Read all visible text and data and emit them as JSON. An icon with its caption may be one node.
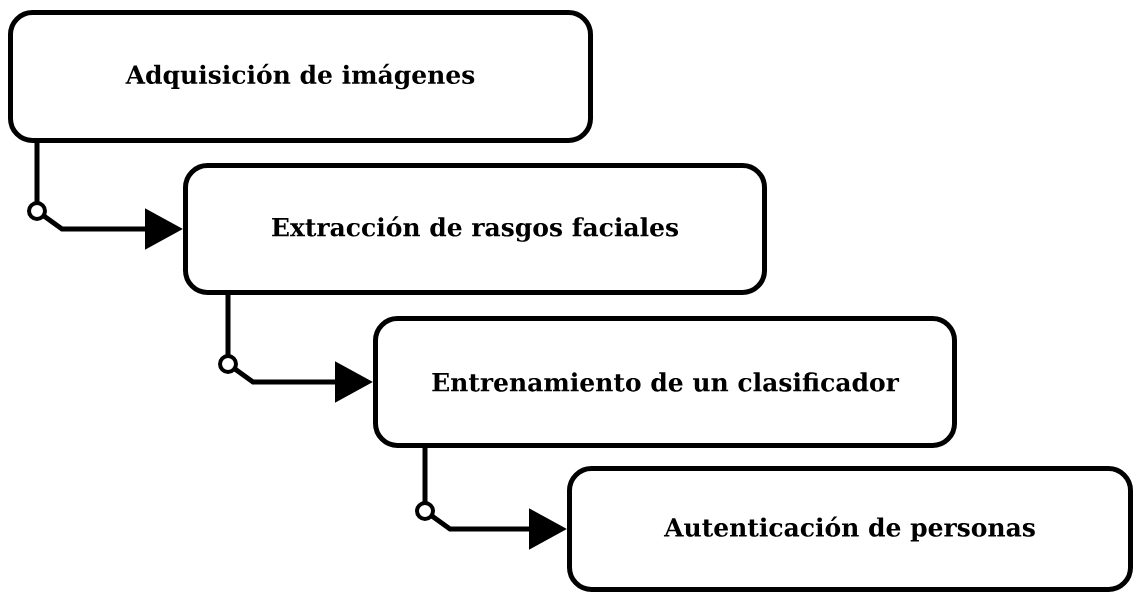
{
  "diagram": {
    "nodes": [
      {
        "text": [
          "Adquisición de imágenes"
        ]
      },
      {
        "text": [
          "Extracción de rasgos faciales"
        ]
      },
      {
        "text": [
          "Entrenamiento de un clasificador"
        ]
      },
      {
        "text": [
          "Autenticación de personas"
        ]
      }
    ],
    "edges": [
      {
        "from": 0,
        "to": 1,
        "arrow": "to"
      },
      {
        "from": 1,
        "to": 2,
        "arrow": "to"
      },
      {
        "from": 2,
        "to": 3,
        "arrow": "to"
      }
    ]
  }
}
